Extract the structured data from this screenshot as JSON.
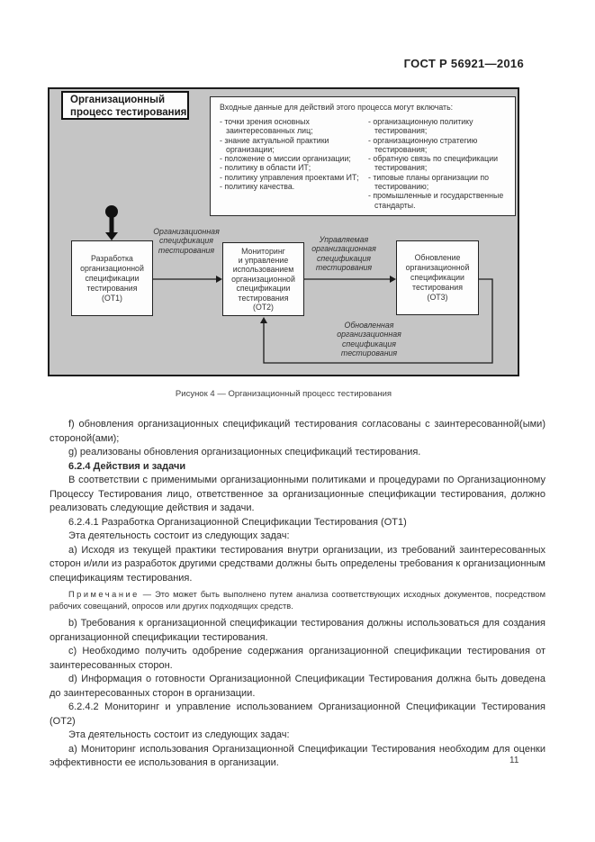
{
  "doc": {
    "header": "ГОСТ Р 56921—2016",
    "page_number": "11"
  },
  "figure": {
    "process_title": {
      "line1": "Организационный",
      "line2": "процесс тестирования"
    },
    "inputs": {
      "title": "Входные данные для действий этого процесса могут включать:",
      "left": [
        "- точки зрения основных заинтересованных лиц;",
        "- знание актуальной практики организации;",
        "- положение о миссии организации;",
        "- политику в области ИТ;",
        "- политику управления проектами ИТ;",
        "- политику качества."
      ],
      "right": [
        "- организационную политику тестирования;",
        "- организационную стратегию тестирования;",
        "- обратную связь по спецификации тестирования;",
        "- типовые планы организации по тестированию;",
        "- промышленные и государственные стандарты."
      ]
    },
    "nodes": {
      "ot1": [
        "Разработка",
        "организационной",
        "спецификации",
        "тестирования",
        "(ОТ1)"
      ],
      "ot2": [
        "Мониторинг",
        "и управление",
        "использованием",
        "организационной",
        "спецификации",
        "тестирования",
        "(ОТ2)"
      ],
      "ot3": [
        "Обновление",
        "организационной",
        "спецификации",
        "тестирования",
        "(ОТ3)"
      ]
    },
    "flow_labels": {
      "l1": [
        "Организационная",
        "спецификация",
        "тестирования"
      ],
      "l2": [
        "Управляемая",
        "организационная",
        "спецификация",
        "тестирования"
      ],
      "l3": [
        "Обновленная",
        "организационная",
        "спецификация",
        "тестирования"
      ]
    },
    "caption": "Рисунок 4 — Организационный процесс тестирования"
  },
  "body": {
    "p_f": "f) обновления организационных спецификаций тестирования согласованы с заинтересованной(ыми) стороной(ами);",
    "p_g": "g) реализованы обновления организационных спецификаций тестирования.",
    "h_624": "6.2.4 Действия и задачи",
    "p_intro": "В соответствии с применимыми организационными политиками и процедурами по Организационному Процессу Тестирования лицо, ответственное за организационные спецификации тестирования, должно реализовать следующие действия и задачи.",
    "h_6241": "6.2.4.1 Разработка Организационной Спецификации Тестирования (ОТ1)",
    "p_tasks1": "Эта деятельность состоит из следующих задач:",
    "p_a1": "а) Исходя из текущей практики тестирования внутри организации, из требований заинтересованных сторон и/или из разработок другими средствами должны быть определены требования к организационным спецификациям тестирования.",
    "note_label": "Примечание",
    "note_text": " — Это может быть выполнено путем анализа соответствующих исходных документов, посредством рабочих совещаний, опросов или других подходящих средств.",
    "p_b": "b) Требования к организационной спецификации тестирования должны использоваться для создания организационной спецификации тестирования.",
    "p_c": "c) Необходимо получить одобрение содержания организационной спецификации тестирования от заинтересованных сторон.",
    "p_d": "d) Информация о готовности Организационной Спецификации Тестирования должна быть доведена до заинтересованных сторон в организации.",
    "h_6242": "6.2.4.2 Мониторинг и управление использованием Организационной Спецификации Тестирования (ОТ2)",
    "p_tasks2": "Эта деятельность состоит из следующих задач:",
    "p_a2": "а) Мониторинг использования Организационной Спецификации Тестирования необходим для оценки эффективности ее использования в организации."
  },
  "colors": {
    "diagram_background": "#c5c5c5",
    "box_fill": "#fdfdfd",
    "line": "#1c1c1c",
    "text": "#2d2d2d"
  }
}
